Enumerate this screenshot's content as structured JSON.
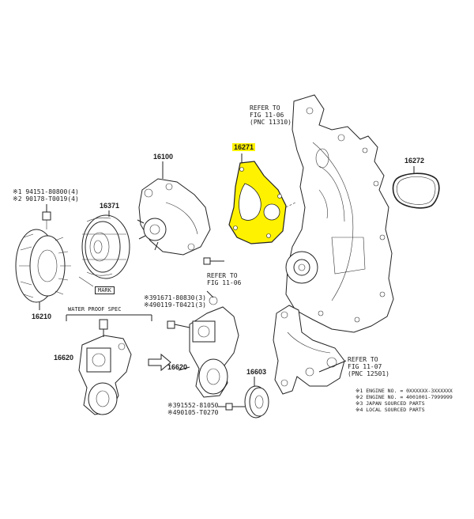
{
  "labels": {
    "refer_top": [
      "REFER TO",
      "FIG 11-06",
      "(PNC 11310)"
    ],
    "p16271": "16271",
    "p16272": "16272",
    "p16100": "16100",
    "bolt_note_1": "※1 94151-80800(4)",
    "bolt_note_2": "※2 90178-T0019(4)",
    "p16371": "16371",
    "mark": "MARK",
    "refer_mid": [
      "REFER TO",
      "FIG 11-06"
    ],
    "p16210": "16210",
    "bolt_note_3": "※391671-80830(3)",
    "bolt_note_4": "※490119-T0421(3)",
    "water_proof": "WATER PROOF SPEC",
    "p16620_left": "16620",
    "p16620_right": "16620",
    "p16603": "16603",
    "refer_right": [
      "REFER TO",
      "FIG 11-07",
      "(PNC 12501)"
    ],
    "bolt_note_5": "※391552-81050",
    "bolt_note_6": "※490105-T0270",
    "legend": [
      "※1 ENGINE NO. = 0XXXXXX-3XXXXXX",
      "※2 ENGINE NO. = 4001001-7999999",
      "※3 JAPAN SOURCED PARTS",
      "※4 LOCAL SOURCED PARTS"
    ]
  },
  "colors": {
    "highlight": "#fff200",
    "line": "#222222"
  }
}
